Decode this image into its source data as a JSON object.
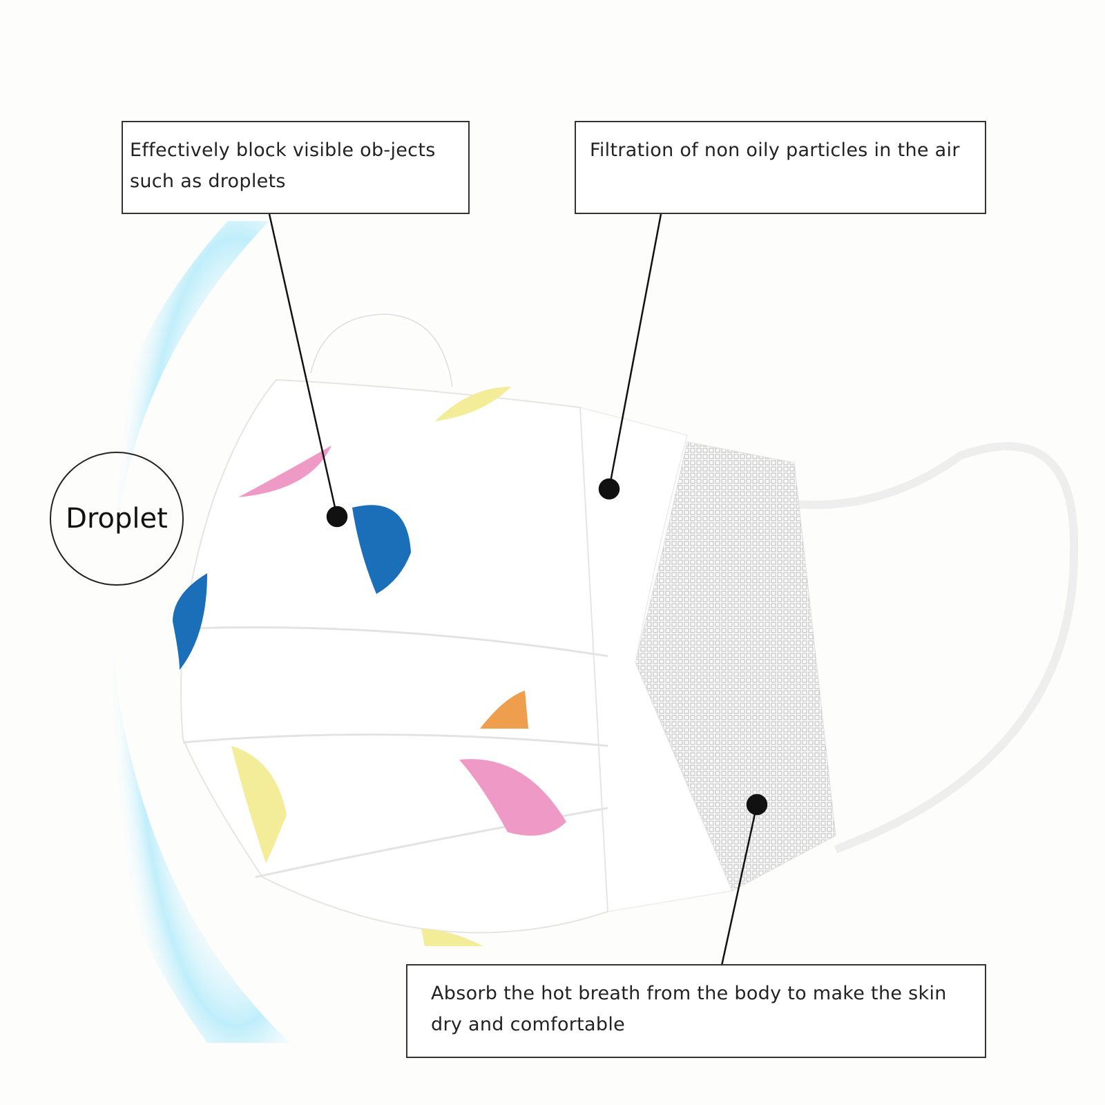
{
  "callouts": {
    "outer_layer": "Effectively block visible ob-jects such as droplets",
    "middle_layer": "Filtration of non oily particles in the air",
    "inner_layer": "Absorb the hot breath from the body to make the skin dry and comfortable"
  },
  "droplet_label": "Droplet",
  "colors": {
    "glow": "#bfeefb",
    "umbrella_blue": "#1a6fb8",
    "umbrella_pink": "#ef9ac6",
    "umbrella_yellow": "#f3ec98",
    "umbrella_orange": "#ee9e4c",
    "line": "#111111"
  }
}
